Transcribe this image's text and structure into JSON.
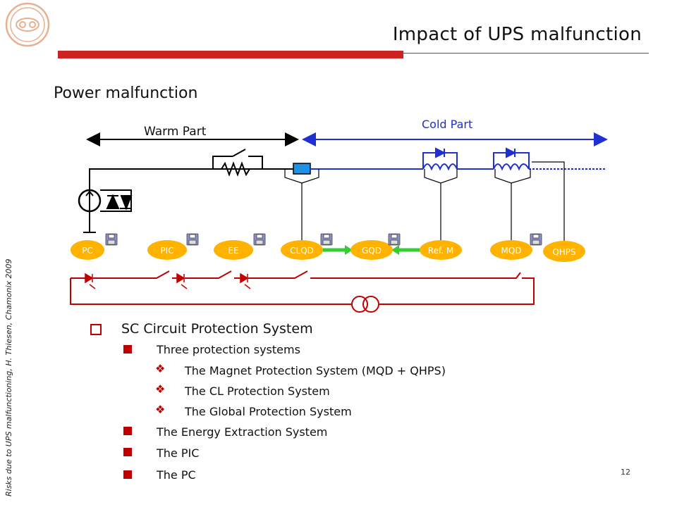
{
  "header": {
    "title": "Impact of UPS malfunction"
  },
  "section_title": "Power malfunction",
  "sidebar_credit": "Risks due to UPS malfunctioning, H. Thiesen, Chamonix 2009",
  "page_number": "12",
  "diagram": {
    "warm_label": "Warm Part",
    "cold_label": "Cold Part",
    "nodes": [
      "PC",
      "PIC",
      "EE",
      "CLQD",
      "GQD",
      "Ref. M",
      "MQD",
      "QHPS"
    ],
    "colors": {
      "node_fill": "#ffb300",
      "wire_red": "#c00000",
      "cold_wire": "#1f2fd0",
      "arrow_green": "#33cc33"
    }
  },
  "bullets": {
    "heading": "SC Circuit Protection System",
    "items": [
      {
        "text": "Three protection systems",
        "subitems": [
          "The Magnet Protection System (MQD + QHPS)",
          "The CL Protection System",
          "The Global  Protection System"
        ]
      },
      {
        "text": "The Energy Extraction System",
        "subitems": []
      },
      {
        "text": "The PIC",
        "subitems": []
      },
      {
        "text": "The PC",
        "subitems": []
      }
    ]
  }
}
